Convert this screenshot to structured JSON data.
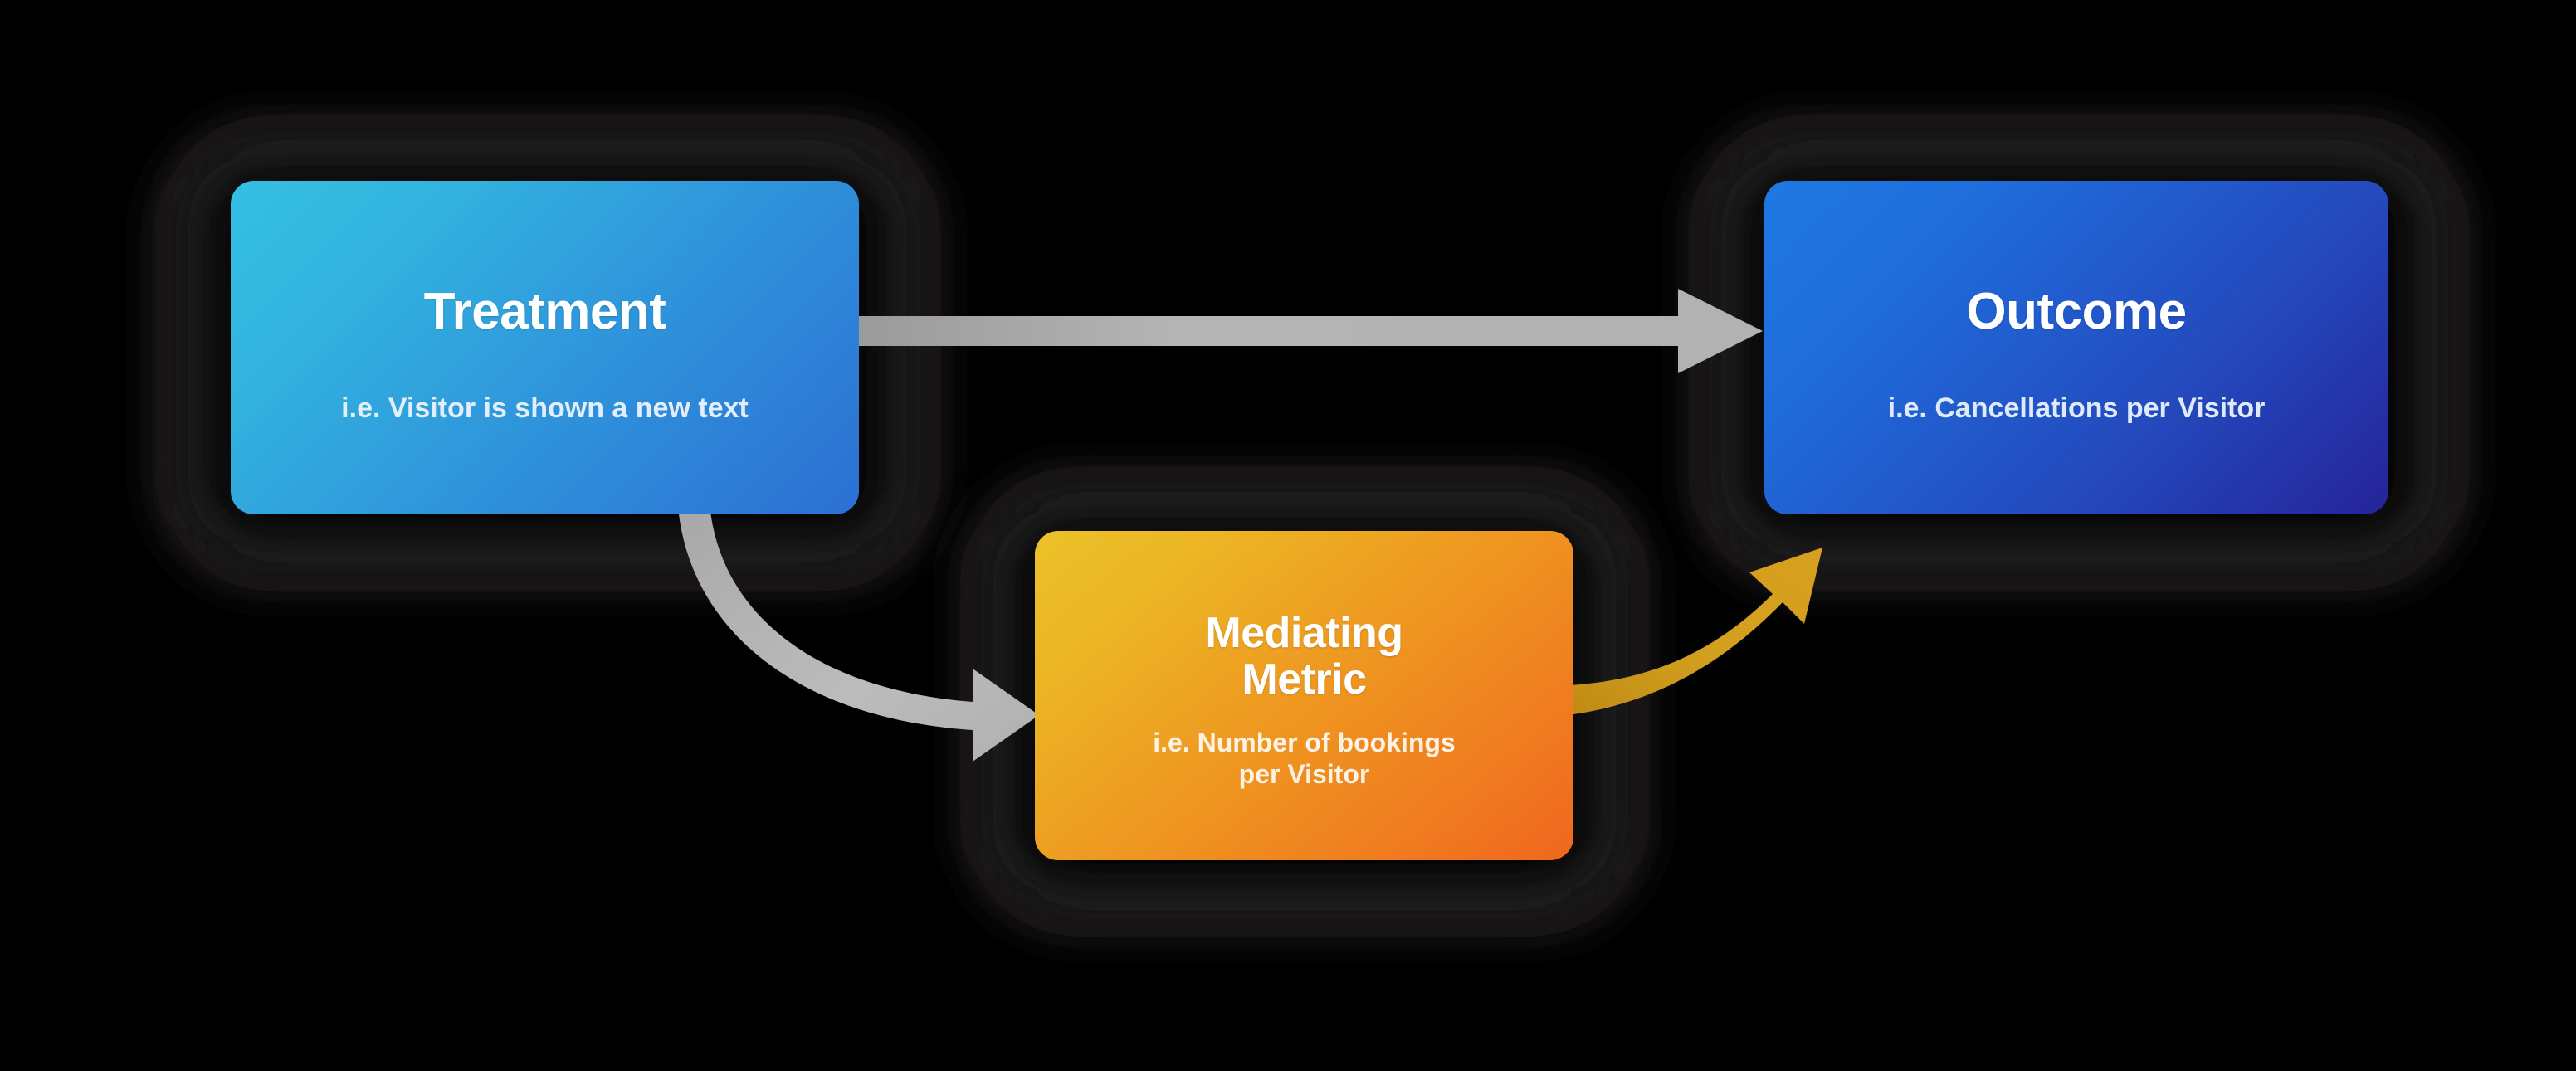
{
  "diagram": {
    "background_color": "#000000",
    "nodes": [
      {
        "id": "treatment",
        "title": "Treatment",
        "subtitle": "i.e. Visitor is shown a new text",
        "gradient_from": "#34bfe2",
        "gradient_to": "#2c6fd3",
        "title_color": "#ffffff",
        "subtitle_color": "#e2eefb"
      },
      {
        "id": "mediating",
        "title_line1": "Mediating",
        "title_line2": "Metric",
        "subtitle_line1": "i.e. Number of bookings",
        "subtitle_line2": "per Visitor",
        "gradient_from": "#ecc22a",
        "gradient_to": "#f0671f",
        "title_color": "#ffffff",
        "subtitle_color": "#fdf2e4"
      },
      {
        "id": "outcome",
        "title": "Outcome",
        "subtitle": "i.e. Cancellations per Visitor",
        "gradient_from": "#1f78e2",
        "gradient_to": "#252399",
        "title_color": "#ffffff",
        "subtitle_color": "#dfeafb"
      }
    ],
    "edges": [
      {
        "id": "treatment-to-outcome",
        "from": "treatment",
        "to": "outcome",
        "style": "straight",
        "color": "#adadad",
        "label": ""
      },
      {
        "id": "treatment-to-mediating",
        "from": "treatment",
        "to": "mediating",
        "style": "curved",
        "color": "#b2b2b2",
        "label": ""
      },
      {
        "id": "mediating-to-outcome",
        "from": "mediating",
        "to": "outcome",
        "style": "curved",
        "color": "#d09a1f",
        "label": ""
      }
    ],
    "glow_color": "#2a2a2a",
    "glow_rim_color": "#6e1030"
  }
}
